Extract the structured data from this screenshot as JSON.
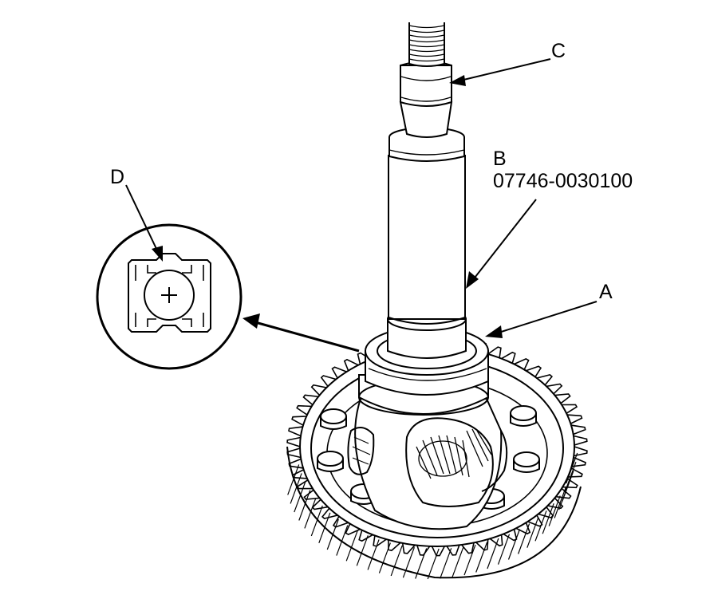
{
  "labels": {
    "a": "A",
    "b": "B",
    "b_part_number": "07746-0030100",
    "c": "C",
    "d": "D"
  },
  "colors": {
    "line": "#000000",
    "background": "#ffffff"
  }
}
